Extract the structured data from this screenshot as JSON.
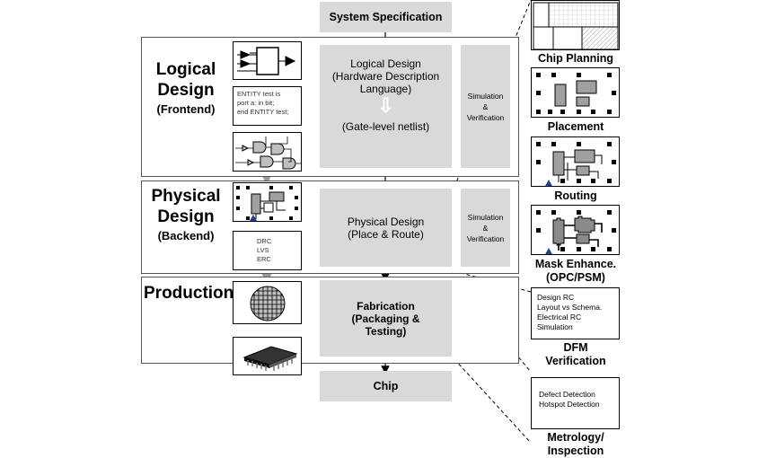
{
  "flow": {
    "system_spec": "System Specification",
    "logical_design": {
      "line1": "Logical Design",
      "line2": "(Hardware Description",
      "line3": "Language)",
      "arrow": "⇩",
      "netlist": "(Gate-level netlist)"
    },
    "physical_design": {
      "line1": "Physical Design",
      "line2": "(Place & Route)"
    },
    "fabrication": {
      "line1": "Fabrication",
      "line2": "(Packaging &",
      "line3": "Testing)"
    },
    "chip": "Chip",
    "sim_verif": {
      "line1": "Simulation",
      "line2": "&",
      "line3": "Verification"
    }
  },
  "stages": {
    "logical": {
      "title1": "Logical",
      "title2": "Design",
      "sub": "(Frontend)"
    },
    "physical": {
      "title1": "Physical",
      "title2": "Design",
      "sub": "(Backend)"
    },
    "production": {
      "title": "Production"
    }
  },
  "thumbs": {
    "hdl_code": {
      "line1": "ENTITY test is",
      "line2": "port a: in bit;",
      "line3": "end ENTITY test;"
    },
    "checks": {
      "line1": "DRC",
      "line2": "LVS",
      "line3": "ERC"
    }
  },
  "right_panel": {
    "chip_planning": "Chip Planning",
    "placement": "Placement",
    "routing": "Routing",
    "mask_line1": "Mask Enhance.",
    "mask_line2": "(OPC/PSM)",
    "dfm_box": {
      "line1": "Design  RC",
      "line2": "Layout vs Schema.",
      "line3": "Electrical  RC",
      "line4": "Simulation"
    },
    "dfm_line1": "DFM",
    "dfm_line2": "Verification",
    "metrology_box": {
      "line1": "Defect  Detection",
      "line2": "Hotspot  Detection"
    },
    "metrology_line1": "Metrology/",
    "metrology_line2": "Inspection"
  },
  "colors": {
    "box_gray": "#d9d9d9",
    "stage_border": "#555555",
    "arrow_gray": "#9a9a9a",
    "marker_blue": "#1f3f8f"
  }
}
